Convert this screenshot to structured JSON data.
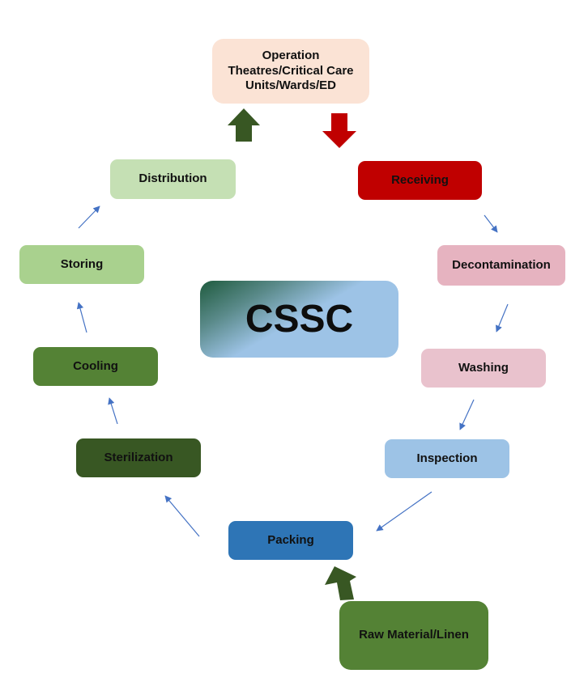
{
  "diagram": {
    "center": {
      "label": "CSSC"
    },
    "source": {
      "label": "Operation Theatres/Critical Care Units/Wards/ED"
    },
    "input": {
      "label": "Raw Material/Linen"
    },
    "steps": [
      {
        "label": "Receiving"
      },
      {
        "label": "Decontamination"
      },
      {
        "label": "Washing"
      },
      {
        "label": "Inspection"
      },
      {
        "label": "Packing"
      },
      {
        "label": "Sterilization"
      },
      {
        "label": "Cooling"
      },
      {
        "label": "Storing"
      },
      {
        "label": "Distribution"
      }
    ],
    "colors": {
      "source": "#fbe3d5",
      "receiving": "#c00000",
      "decontamination": "#e6b3c0",
      "washing": "#e9c2cd",
      "inspection": "#9dc3e6",
      "packing": "#2e75b6",
      "sterilization": "#385723",
      "cooling": "#548235",
      "storing": "#a9d18e",
      "distribution": "#c5e0b4",
      "raw_material": "#548235",
      "flow_arrow": "#4472c4",
      "out_arrow": "#385723",
      "in_arrow": "#c00000"
    }
  }
}
